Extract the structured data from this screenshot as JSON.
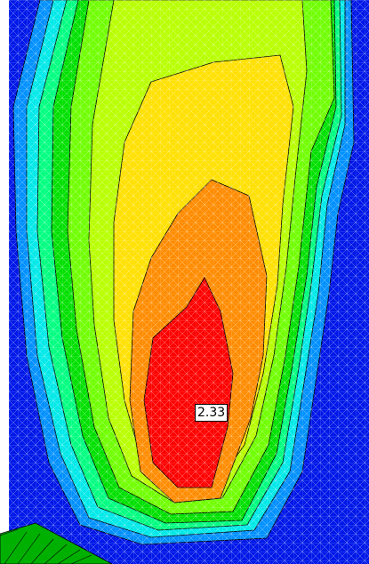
{
  "chart_data": {
    "type": "heatmap",
    "annotation": "2.33",
    "levels": [
      {
        "index": 0,
        "color": "#0018e8"
      },
      {
        "index": 1,
        "color": "#0090ff"
      },
      {
        "index": 2,
        "color": "#00e8e8"
      },
      {
        "index": 3,
        "color": "#00ff80"
      },
      {
        "index": 4,
        "color": "#00e000"
      },
      {
        "index": 5,
        "color": "#70ff00"
      },
      {
        "index": 6,
        "color": "#b8ff00"
      },
      {
        "index": 7,
        "color": "#ffe000"
      },
      {
        "index": 8,
        "color": "#ff8c00"
      },
      {
        "index": 9,
        "color": "#ff0000"
      }
    ],
    "mesh": true,
    "contour_lines": true
  }
}
